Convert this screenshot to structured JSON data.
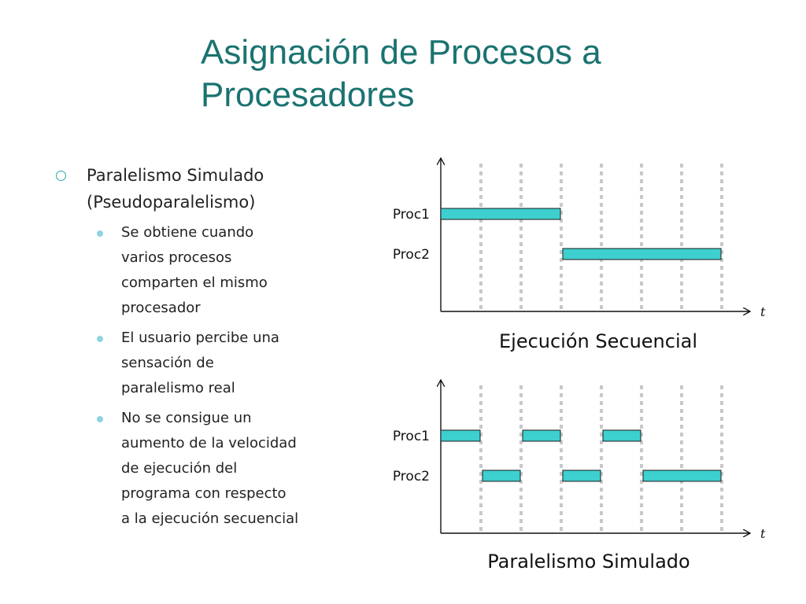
{
  "slide": {
    "title_lines": [
      "Asignación de Procesos a",
      "Procesadores"
    ]
  },
  "bullets": {
    "main_lines": [
      "Paralelismo Simulado",
      "(Pseudoparalelismo)"
    ],
    "sub": [
      {
        "lines": [
          "Se obtiene cuando",
          "varios procesos",
          "comparten el mismo",
          "procesador"
        ]
      },
      {
        "lines": [
          "El usuario percibe una",
          "sensación de",
          "paralelismo real"
        ]
      },
      {
        "lines": [
          "No se consigue un",
          "aumento de la velocidad",
          "de ejecución del",
          "programa con respecto",
          "a la ejecución secuencial"
        ]
      }
    ]
  },
  "colors": {
    "title": "#1a7370",
    "bar_fill": "#3ecfcf",
    "bar_stroke": "#1a1a1a",
    "gridline": "#c8c8c8",
    "sub_bullet": "#8fd3e0"
  },
  "diagrams": [
    {
      "caption": "Ejecución Secuencial",
      "axis_label": "t",
      "time_slots": 7,
      "processes": [
        {
          "label": "Proc1",
          "segments": [
            [
              0,
              3
            ]
          ]
        },
        {
          "label": "Proc2",
          "segments": [
            [
              3,
              7
            ]
          ]
        }
      ]
    },
    {
      "caption": "Paralelismo Simulado",
      "axis_label": "t",
      "time_slots": 7,
      "processes": [
        {
          "label": "Proc1",
          "segments": [
            [
              0,
              1
            ],
            [
              2,
              3
            ],
            [
              4,
              5
            ]
          ]
        },
        {
          "label": "Proc2",
          "segments": [
            [
              1,
              2
            ],
            [
              3,
              4
            ],
            [
              5,
              7
            ]
          ]
        }
      ]
    }
  ]
}
